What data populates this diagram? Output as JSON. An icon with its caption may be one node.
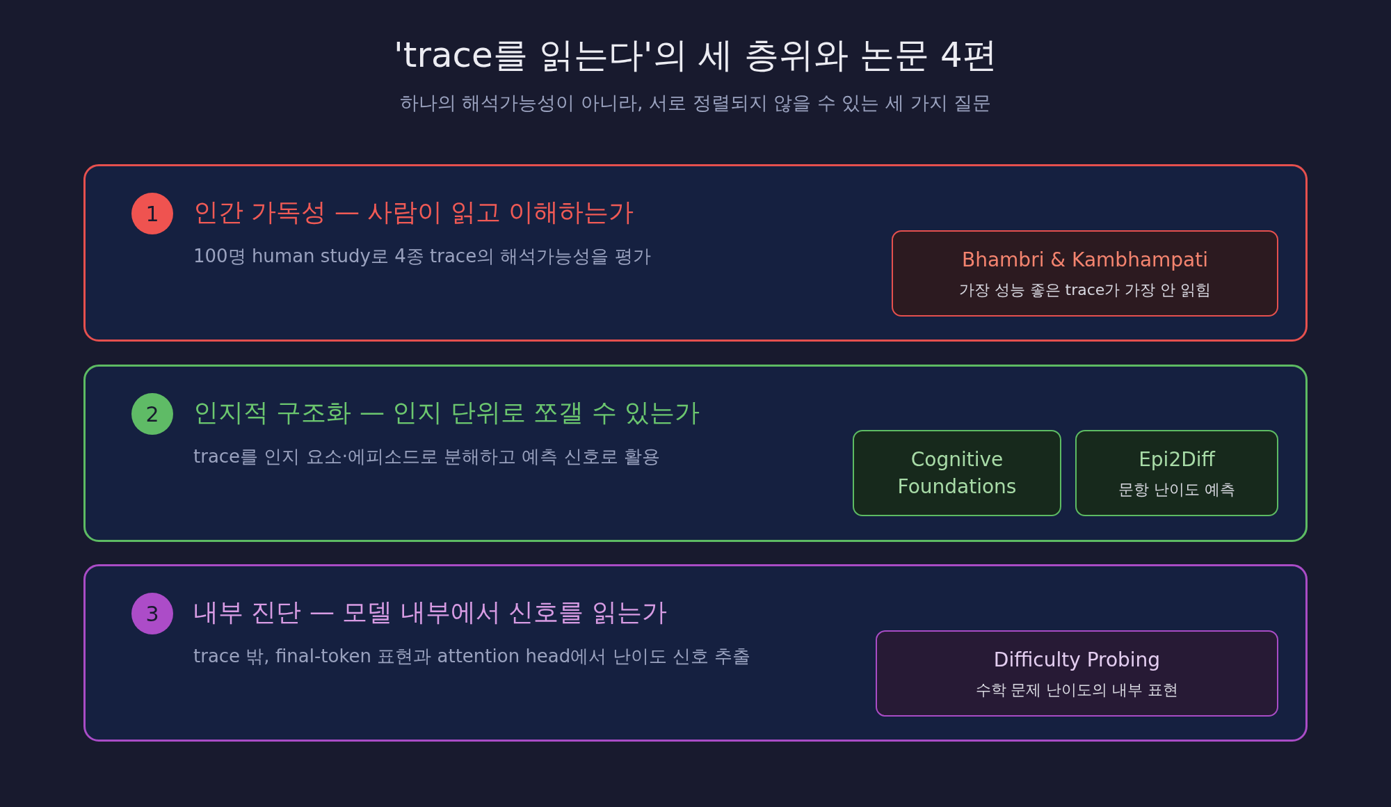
{
  "diagram": {
    "title": "'trace를 읽는다'의 세 층위와 논문 4편",
    "caption": "하나의 해석가능성이 아니라, 서로 정렬되지 않을 수 있는 세 가지 질문",
    "nodes": [
      {
        "text": [
          "인간 가독성 — 사람이 읽고 이해하는가",
          "100명 human study로 4종 trace의 해석가능성을 평가"
        ]
      },
      {
        "text": [
          "1"
        ],
        "in": 0
      },
      {
        "text": [
          "Bhambri & Kambhampati",
          "가장 성능 좋은 trace가 가장 안 읽힘"
        ],
        "in": 0
      },
      {
        "text": [
          "인지적 구조화 — 인지 단위로 쪼갤 수 있는가",
          "trace를 인지 요소·에피소드로 분해하고 예측 신호로 활용"
        ]
      },
      {
        "text": [
          "2"
        ],
        "in": 3
      },
      {
        "text": [
          "Cognitive Foundations"
        ],
        "in": 3
      },
      {
        "text": [
          "Epi2Diff",
          "문항 난이도 예측"
        ],
        "in": 3
      },
      {
        "text": [
          "내부 진단 — 모델 내부에서 신호를 읽는가",
          "trace 밖, final-token 표현과 attention head에서 난이도 신호 추출"
        ]
      },
      {
        "text": [
          "3"
        ],
        "in": 7
      },
      {
        "text": [
          "Difficulty Probing",
          "수학 문제 난이도의 내부 표현"
        ],
        "in": 7
      }
    ]
  }
}
